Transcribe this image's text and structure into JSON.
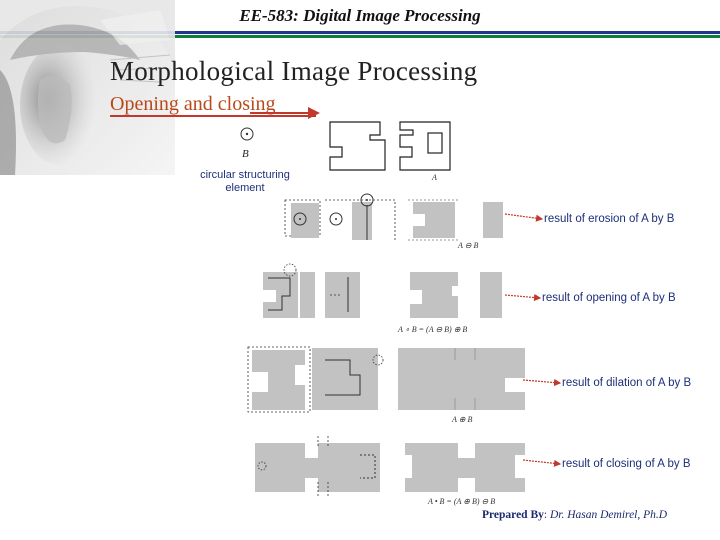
{
  "header": {
    "title": "EE-583: Digital Image Processing"
  },
  "slide": {
    "title": "Morphological Image  Processing",
    "subtitle": "Opening and closing"
  },
  "structuring_element": {
    "label": "B",
    "caption": "circular structuring element"
  },
  "image_labels": {
    "original": "A",
    "erosion": "A ⊖ B",
    "opening": "A ∘ B = (A ⊖ B) ⊕ B",
    "dilation": "A ⊕ B",
    "closing": "A • B = (A ⊕ B) ⊖ B"
  },
  "captions": {
    "erosion": "result of erosion of A by B",
    "opening": "result of opening of A by B",
    "dilation": "result of dilation of A by B",
    "closing": "result of closing of A by B"
  },
  "footer": {
    "prepared_label": "Prepared By",
    "author": "Dr. Hasan Demirel, Ph.D"
  },
  "colors": {
    "rule_blue": "#22348f",
    "rule_green": "#0d7d3a",
    "subtitle": "#b84a1a",
    "caption": "#1d2f7a",
    "arrow": "#c0392b",
    "shape_fill": "#c2c2c2"
  }
}
